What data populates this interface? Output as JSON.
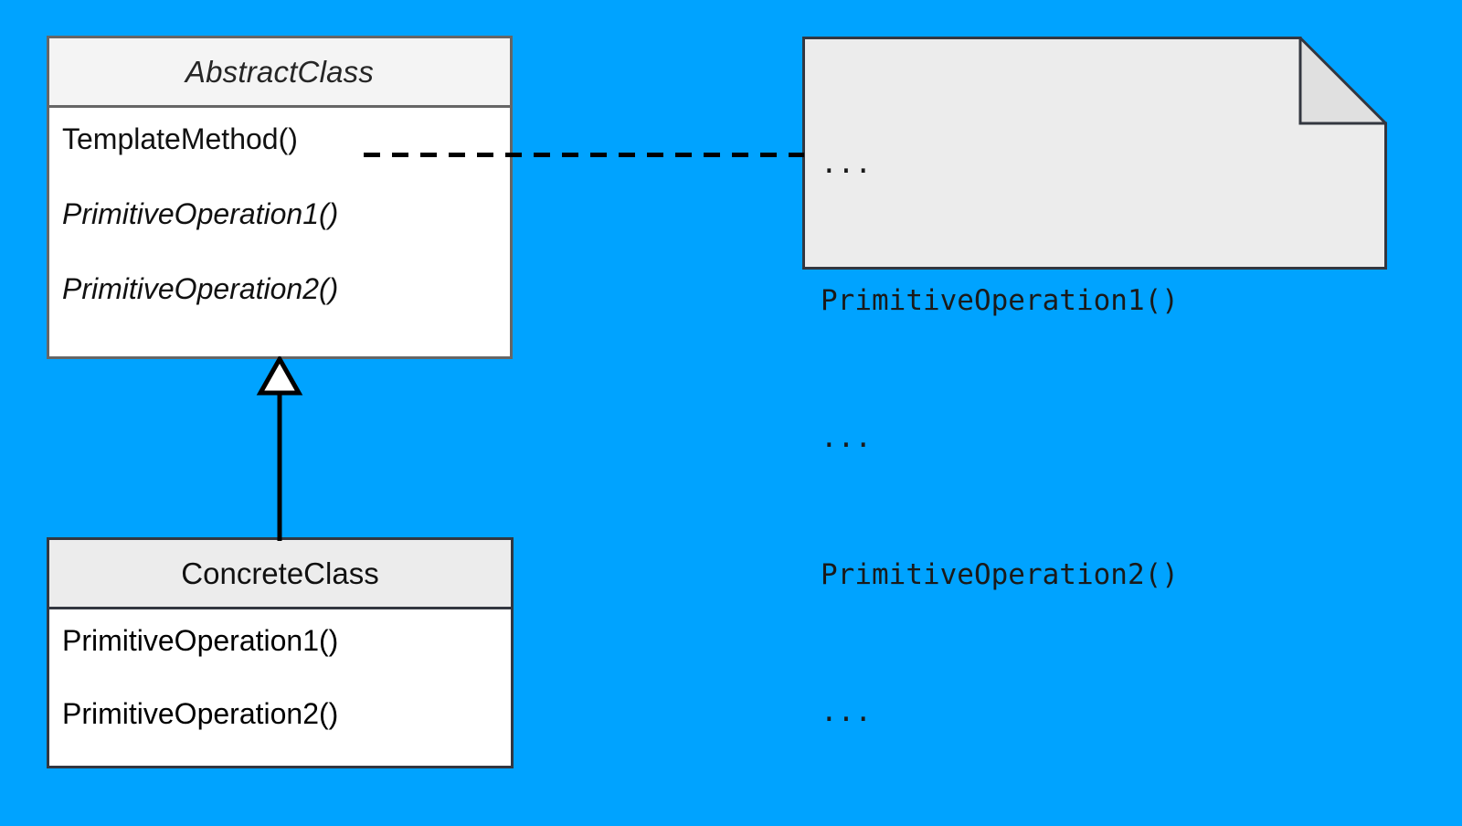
{
  "diagram": {
    "title": "Template Method pattern UML class diagram",
    "background_color": "#00a3ff"
  },
  "abstract_class": {
    "name": "AbstractClass",
    "header_fill": "#f4f4f4",
    "border_color": "#666666",
    "is_abstract": true,
    "members": [
      {
        "label": "TemplateMethod()",
        "abstract": false
      },
      {
        "label": "PrimitiveOperation1()",
        "abstract": true
      },
      {
        "label": "PrimitiveOperation2()",
        "abstract": true
      }
    ]
  },
  "concrete_class": {
    "name": "ConcreteClass",
    "header_fill": "#ececec",
    "border_color": "#333740",
    "is_abstract": false,
    "members": [
      {
        "label": "PrimitiveOperation1()",
        "abstract": false
      },
      {
        "label": "PrimitiveOperation2()",
        "abstract": false
      }
    ]
  },
  "note": {
    "fill": "#ececec",
    "fold_fill": "#e0e0e0",
    "border_color": "#333740",
    "lines": [
      "...",
      "PrimitiveOperation1()",
      "...",
      "PrimitiveOperation2()",
      "..."
    ]
  },
  "connectors": {
    "note_link": {
      "style": "dashed",
      "color": "#000000",
      "from": "TemplateMethod()",
      "to": "note"
    },
    "generalization": {
      "style": "solid",
      "arrow": "hollow-triangle",
      "color": "#000000",
      "from": "ConcreteClass",
      "to": "AbstractClass"
    }
  }
}
